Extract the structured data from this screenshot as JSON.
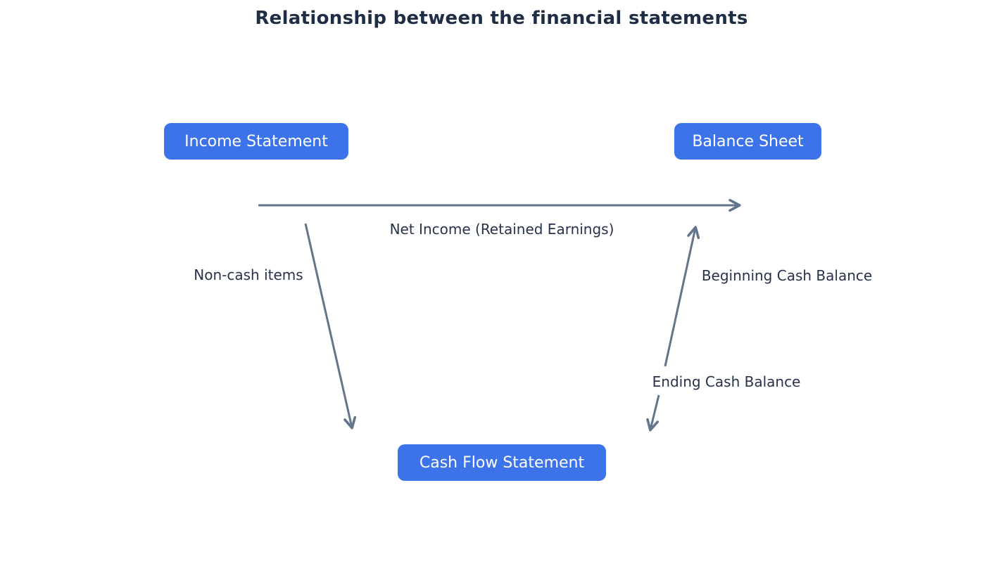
{
  "title": "Relationship between the financial statements",
  "diagram_type": "flowchart",
  "nodes": {
    "income_statement": {
      "label": "Income Statement"
    },
    "balance_sheet": {
      "label": "Balance Sheet"
    },
    "cash_flow_statement": {
      "label": "Cash Flow Statement"
    }
  },
  "edges": {
    "net_income": {
      "label": "Net Income (Retained Earnings)",
      "from": "Income Statement",
      "to": "Balance Sheet"
    },
    "non_cash": {
      "label": "Non-cash items",
      "from": "Income Statement",
      "to": "Cash Flow Statement"
    },
    "beginning_cash": {
      "label": "Beginning Cash Balance",
      "from": "Cash Flow Statement",
      "to": "Balance Sheet"
    },
    "ending_cash": {
      "label": "Ending Cash Balance",
      "from": "Balance Sheet",
      "to": "Cash Flow Statement"
    }
  },
  "colors": {
    "node_fill": "#3d73e8",
    "node_text": "#ffffff",
    "arrow": "#64748b",
    "label_text": "#26334b",
    "title_text": "#1f2d45",
    "bg": "#ffffff"
  }
}
